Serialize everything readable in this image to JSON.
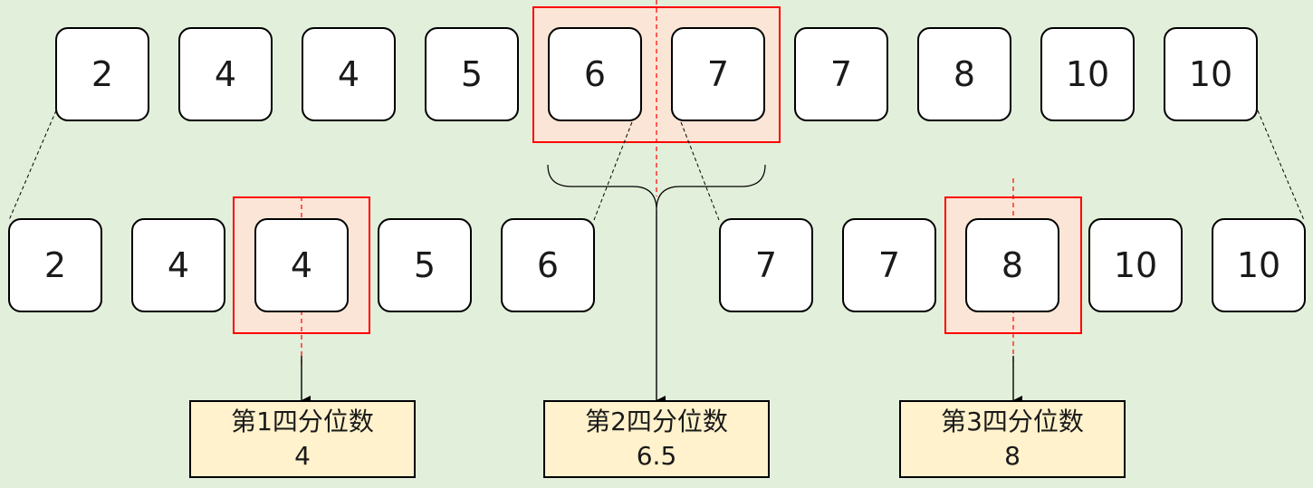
{
  "top_row": [
    "2",
    "4",
    "4",
    "5",
    "6",
    "7",
    "7",
    "8",
    "10",
    "10"
  ],
  "lower_half": [
    "2",
    "4",
    "4",
    "5",
    "6"
  ],
  "upper_half": [
    "7",
    "7",
    "8",
    "10",
    "10"
  ],
  "quartiles": [
    {
      "label": "第1四分位数",
      "value": "4"
    },
    {
      "label": "第2四分位数",
      "value": "6.5"
    },
    {
      "label": "第3四分位数",
      "value": "8"
    }
  ],
  "colors": {
    "background": "#e2efda",
    "highlight_fill": "#fbe5d6",
    "highlight_border": "#ff0000",
    "result_fill": "#fff2cc",
    "box_fill": "#ffffff"
  }
}
